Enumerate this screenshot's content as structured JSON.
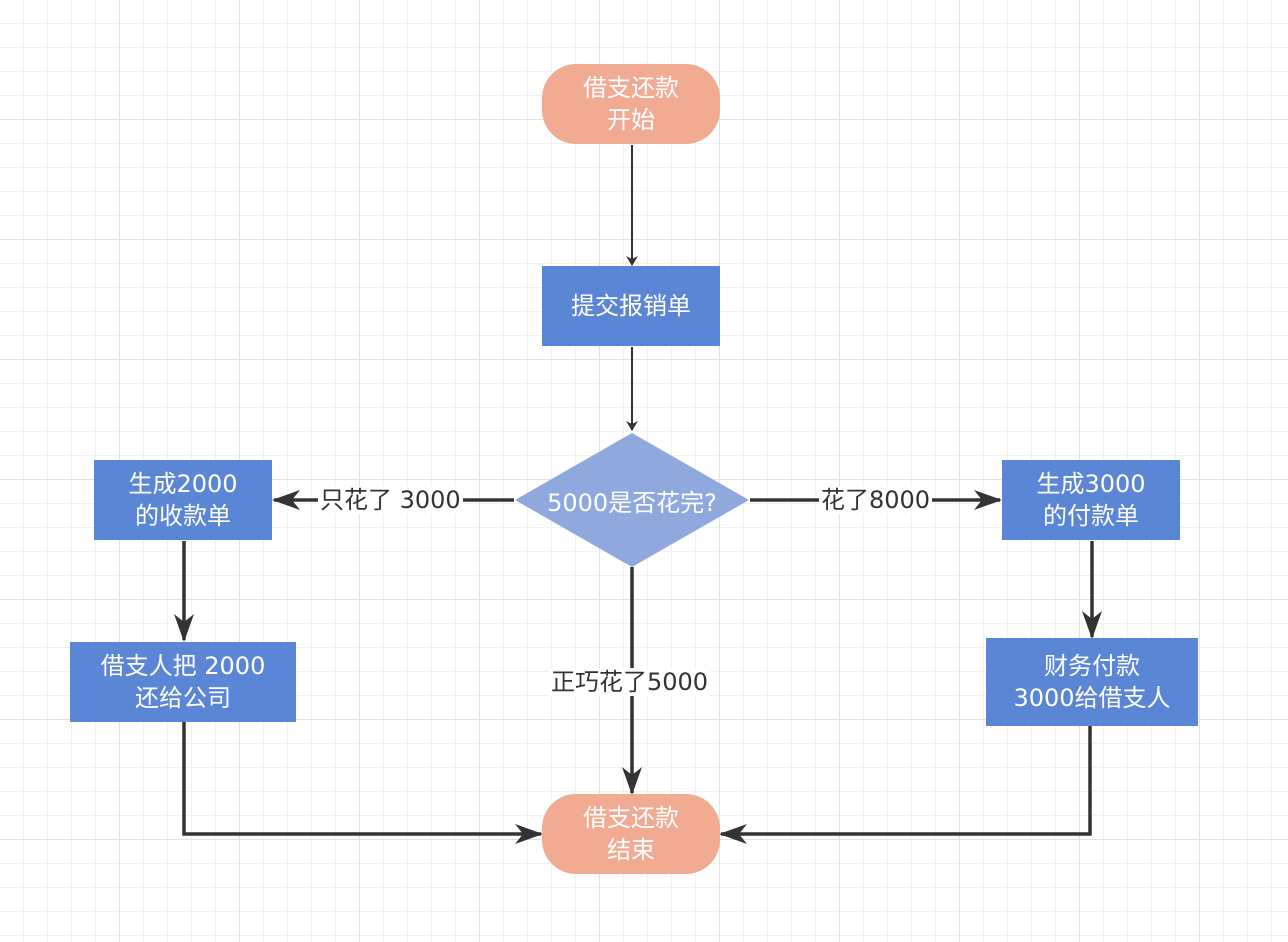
{
  "colors": {
    "terminal": "#f2ab93",
    "process": "#5b86d5",
    "decision": "#8fa9de",
    "edge": "#333333"
  },
  "nodes": {
    "start": "借支还款\n开始",
    "submit": "提交报销单",
    "decision": "5000是否花完?",
    "left_receipt": "生成2000\n的收款单",
    "left_repay": "借支人把 2000\n还给公司",
    "right_payment": "生成3000\n的付款单",
    "right_pay": "财务付款\n3000给借支人",
    "end": "借支还款\n结束"
  },
  "edges": {
    "spent_3000": "只花了 3000",
    "spent_8000": "花了8000",
    "spent_5000": "正巧花了5000"
  }
}
